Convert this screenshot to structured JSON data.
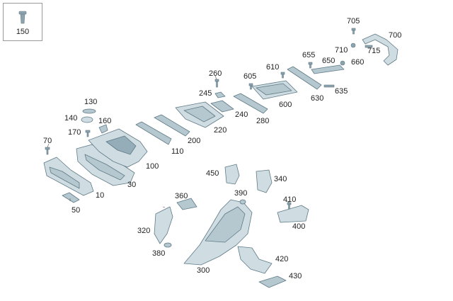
{
  "diagram": {
    "legend_box": {
      "part_number": "150"
    },
    "callouts": {
      "c10": "10",
      "c30": "30",
      "c50": "50",
      "c70": "70",
      "c100": "100",
      "c110": "110",
      "c130": "130",
      "c140": "140",
      "c160": "160",
      "c170": "170",
      "c200": "200",
      "c220": "220",
      "c240": "240",
      "c245": "245",
      "c260": "260",
      "c280": "280",
      "c300": "300",
      "c320": "320",
      "c340": "340",
      "c360": "360",
      "c380": "380",
      "c390": "390",
      "c400": "400",
      "c410": "410",
      "c420": "420",
      "c430": "430",
      "c450": "450",
      "c600": "600",
      "c605": "605",
      "c610": "610",
      "c630": "630",
      "c635": "635",
      "c650": "650",
      "c655": "655",
      "c660": "660",
      "c700": "700",
      "c705": "705",
      "c710": "710",
      "c715": "715"
    },
    "colors": {
      "part_light": "#cfdde3",
      "part_mid": "#b5c8d0",
      "part_dark": "#94adb8",
      "outline": "#5f7a86"
    }
  }
}
